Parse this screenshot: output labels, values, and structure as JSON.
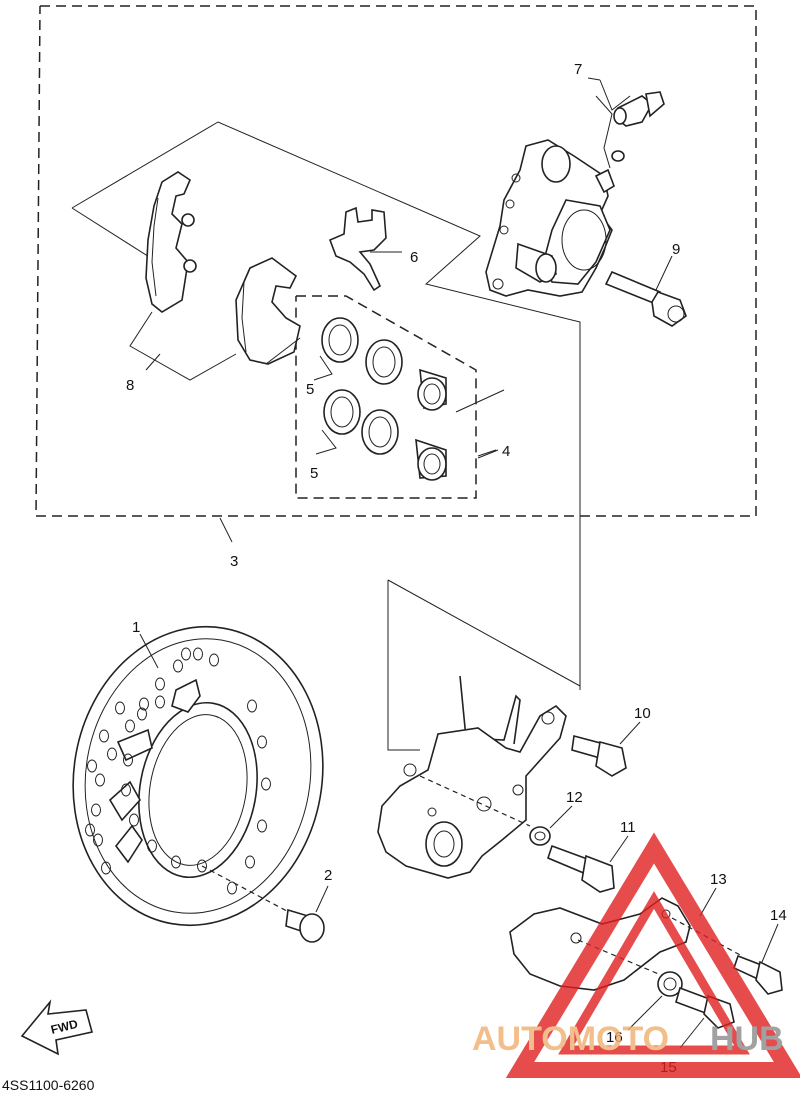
{
  "diagram": {
    "code": "4SS1100-6260",
    "fwd_label": "FWD",
    "callouts": {
      "c1": "1",
      "c2": "2",
      "c3": "3",
      "c4": "4",
      "c5a": "5",
      "c5b": "5",
      "c6": "6",
      "c7": "7",
      "c8": "8",
      "c9": "9",
      "c10": "10",
      "c11": "11",
      "c12": "12",
      "c13": "13",
      "c14": "14",
      "c15": "15",
      "c16": "16"
    }
  },
  "watermark": {
    "brand_part1": "AUTOMOTO",
    "brand_part2": "HUB",
    "color_primary": "#f0b070",
    "color_secondary": "#8a8a8a",
    "triangle_color": "#e02020"
  }
}
